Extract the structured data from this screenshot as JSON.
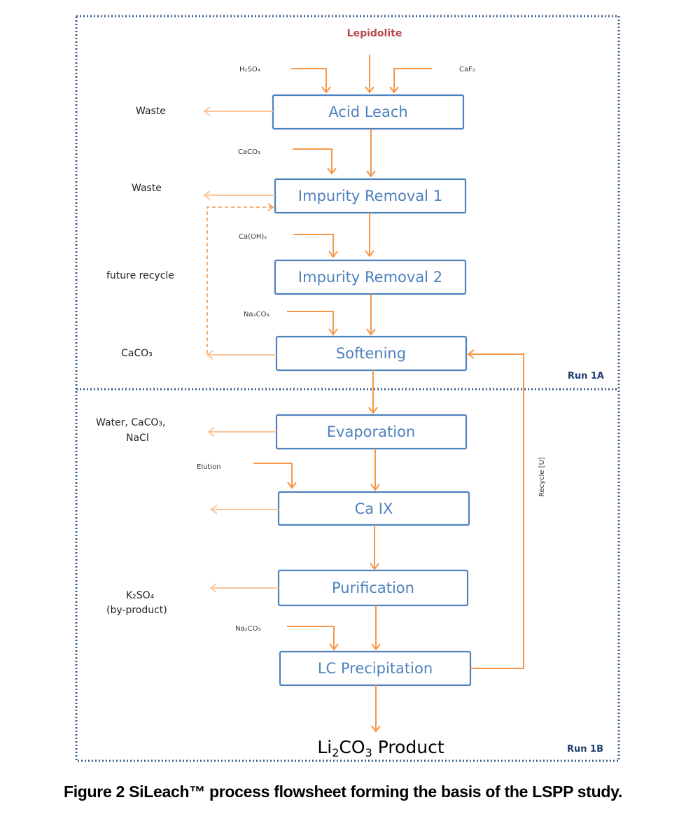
{
  "figure": {
    "caption": "Figure 2 SiLeach™ process flowsheet forming the basis of the LSPP study.",
    "colors": {
      "unit_box": "#4f81bd",
      "stream": "#f79646",
      "feed_label": "#b7474b",
      "region_frame": "#3d5f8a"
    }
  },
  "feed": {
    "label": "Lepidolite"
  },
  "units": [
    {
      "id": "acid-leach",
      "label": "Acid Leach"
    },
    {
      "id": "impurity-removal-1",
      "label": "Impurity Removal 1"
    },
    {
      "id": "impurity-removal-2",
      "label": "Impurity Removal 2"
    },
    {
      "id": "softening",
      "label": "Softening"
    },
    {
      "id": "evaporation",
      "label": "Evaporation"
    },
    {
      "id": "ca-ix",
      "label": "Ca IX"
    },
    {
      "id": "purification",
      "label": "Purification"
    },
    {
      "id": "lc-precipitation",
      "label": "LC Precipitation"
    }
  ],
  "reagents": {
    "h2so4": "H₂SO₄",
    "caf2": "CaF₂",
    "caco3": "CaCO₃",
    "caoh2": "Ca(OH)₂",
    "na2co3_softening": "Na₂CO₃",
    "elution": "Elution",
    "na2co3_lc": "Na₂CO₃"
  },
  "outputs": {
    "acid_leach_waste": "Waste",
    "ir1_waste": "Waste",
    "future_recycle": "future recycle",
    "softening_out": "CaCO₃",
    "evaporation_out_line1": "Water, CaCO₃,",
    "evaporation_out_line2": "NaCl",
    "purification_out_line1": "K₂SO₄",
    "purification_out_line2": "(by-product)",
    "recycle_label": "Recycle [U]",
    "product": {
      "prefix": "Li",
      "sub1": "2",
      "mid": "CO",
      "sub2": "3",
      "suffix": " Product"
    }
  },
  "regions": {
    "run_1a": "Run 1A",
    "run_1b": "Run 1B"
  }
}
